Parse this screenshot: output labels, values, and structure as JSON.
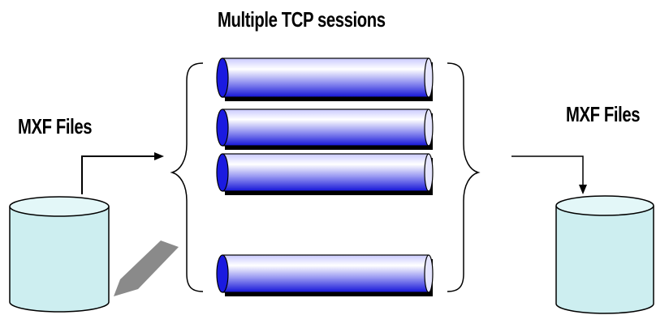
{
  "title": "Multiple TCP sessions",
  "source": {
    "label": "MXF Files"
  },
  "destination": {
    "label": "MXF Files"
  },
  "sessions": {
    "count": 4
  },
  "colors": {
    "pipe_light": "#ffffff",
    "pipe_mid": "#c9c9ff",
    "pipe_dark": "#1515d8",
    "pipe_end": "#1a1ae0",
    "db_fill": "#cdeef0",
    "db_top": "#e3f7f8",
    "shadow": "#8a8a8a",
    "stroke": "#000000"
  }
}
